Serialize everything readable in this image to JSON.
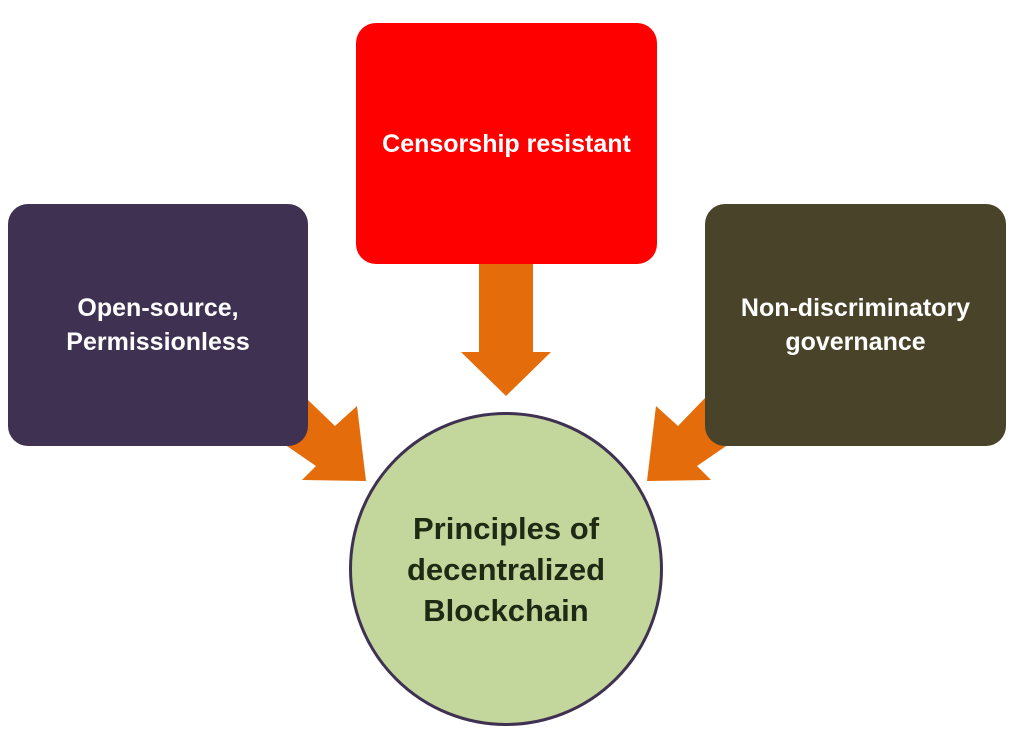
{
  "nodes": {
    "top": {
      "label": "Censorship resistant",
      "color": "#ff0000"
    },
    "left": {
      "label": "Open-source,\nPermissionless",
      "color": "#3f3151"
    },
    "right": {
      "label": "Non-discriminatory\ngovernance",
      "color": "#494429"
    },
    "center": {
      "label": "Principles of\ndecentralized\nBlockchain",
      "color": "#c3d69b"
    }
  },
  "arrow_color": "#e46c0a"
}
